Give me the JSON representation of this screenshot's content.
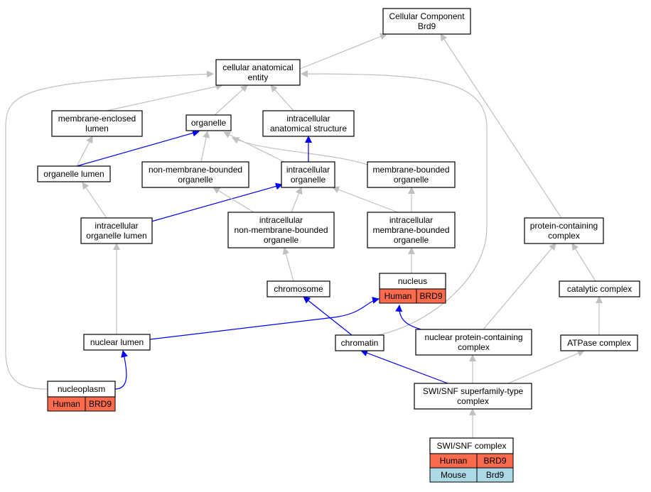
{
  "colors": {
    "gray_edge": "#c0c0c0",
    "blue_edge": "#0000ff",
    "human": "#fa6a4c",
    "mouse": "#add8e6"
  },
  "nodes": {
    "cellular_component": {
      "lines": [
        "Cellular Component",
        "Brd9"
      ]
    },
    "cellular_anatomical_entity": {
      "lines": [
        "cellular anatomical",
        "entity"
      ]
    },
    "membrane_enclosed_lumen": {
      "lines": [
        "membrane-enclosed",
        "lumen"
      ]
    },
    "organelle": {
      "lines": [
        "organelle"
      ]
    },
    "intracellular_anatomical_structure": {
      "lines": [
        "intracellular",
        "anatomical structure"
      ]
    },
    "organelle_lumen": {
      "lines": [
        "organelle lumen"
      ]
    },
    "non_membrane_bounded_organelle": {
      "lines": [
        "non-membrane-bounded",
        "organelle"
      ]
    },
    "intracellular_organelle": {
      "lines": [
        "intracellular",
        "organelle"
      ]
    },
    "membrane_bounded_organelle": {
      "lines": [
        "membrane-bounded",
        "organelle"
      ]
    },
    "intracellular_organelle_lumen": {
      "lines": [
        "intracellular",
        "organelle lumen"
      ]
    },
    "intracellular_nmbo": {
      "lines": [
        "intracellular",
        "non-membrane-bounded",
        "organelle"
      ]
    },
    "intracellular_mbo": {
      "lines": [
        "intracellular",
        "membrane-bounded",
        "organelle"
      ]
    },
    "protein_containing_complex": {
      "lines": [
        "protein-containing",
        "complex"
      ]
    },
    "chromosome": {
      "lines": [
        "chromosome"
      ]
    },
    "nucleus": {
      "lines": [
        "nucleus"
      ],
      "annotations": [
        [
          "Human",
          "BRD9"
        ]
      ]
    },
    "catalytic_complex": {
      "lines": [
        "catalytic complex"
      ]
    },
    "nuclear_lumen": {
      "lines": [
        "nuclear lumen"
      ]
    },
    "chromatin": {
      "lines": [
        "chromatin"
      ]
    },
    "nuclear_protein_containing_complex": {
      "lines": [
        "nuclear protein-containing",
        "complex"
      ]
    },
    "atpase_complex": {
      "lines": [
        "ATPase complex"
      ]
    },
    "nucleoplasm": {
      "lines": [
        "nucleoplasm"
      ],
      "annotations": [
        [
          "Human",
          "BRD9"
        ]
      ]
    },
    "swi_snf_superfamily": {
      "lines": [
        "SWI/SNF superfamily-type",
        "complex"
      ]
    },
    "swi_snf_complex": {
      "lines": [
        "SWI/SNF complex"
      ],
      "annotations": [
        [
          "Human",
          "BRD9"
        ],
        [
          "Mouse",
          "Brd9"
        ]
      ]
    }
  }
}
